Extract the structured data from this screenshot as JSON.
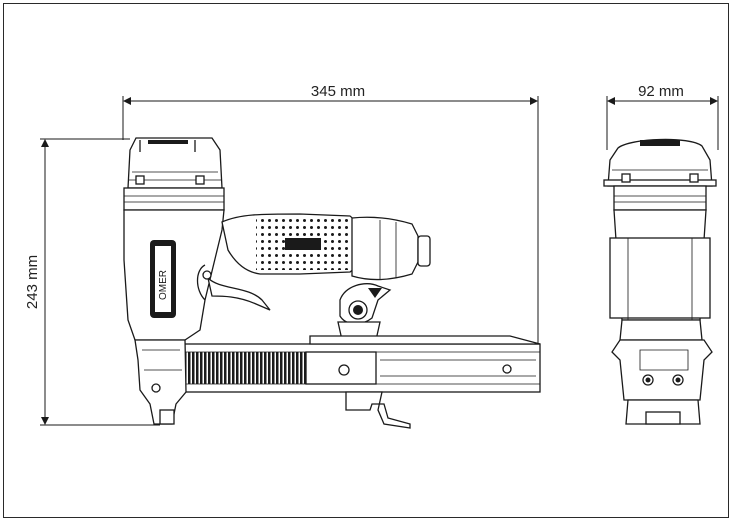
{
  "dimensions": {
    "length_label": "345 mm",
    "width_label": "92 mm",
    "height_label": "243 mm"
  },
  "views": [
    "side-view",
    "front-view"
  ]
}
